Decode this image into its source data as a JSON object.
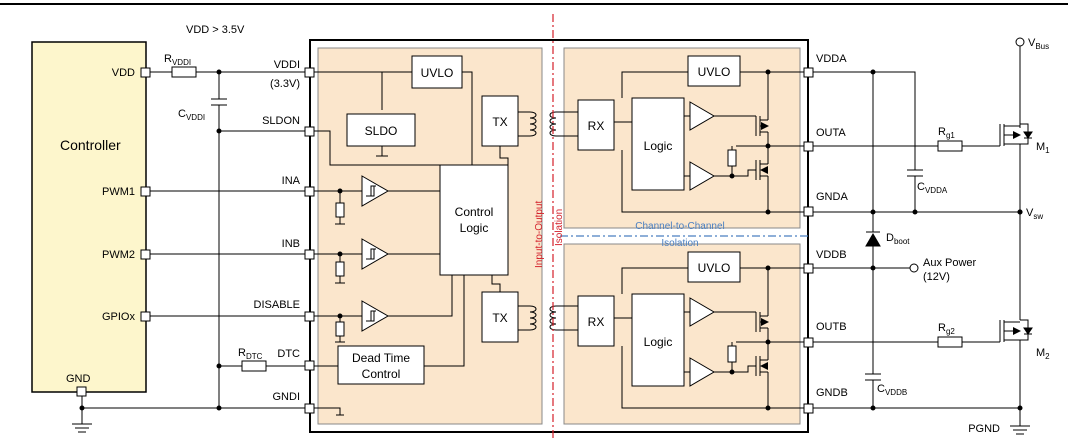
{
  "header": {
    "vdd_condition": "VDD > 3.5V"
  },
  "controller": {
    "title": "Controller",
    "pins": {
      "vdd": "VDD",
      "pwm1": "PWM1",
      "pwm2": "PWM2",
      "gpiox": "GPIOx",
      "gnd": "GND"
    }
  },
  "external": {
    "r_vddi_main": "R",
    "r_vddi_sub": "VDDI",
    "c_vddi_main": "C",
    "c_vddi_sub": "VDDI",
    "r_dtc_main": "R",
    "r_dtc_sub": "DTC",
    "r_g1_main": "R",
    "r_g1_sub": "g1",
    "r_g2_main": "R",
    "r_g2_sub": "g2",
    "c_vdda_main": "C",
    "c_vdda_sub": "VDDA",
    "c_vddb_main": "C",
    "c_vddb_sub": "VDDB",
    "d_boot_main": "D",
    "d_boot_sub": "boot",
    "v_bus_main": "V",
    "v_bus_sub": "Bus",
    "v_sw_main": "V",
    "v_sw_sub": "sw",
    "m1_main": "M",
    "m1_sub": "1",
    "m2_main": "M",
    "m2_sub": "2",
    "aux_power_line1": "Aux Power",
    "aux_power_line2": "(12V)",
    "pgnd": "PGND"
  },
  "driver_pins": {
    "vddi": "VDDI",
    "vddi_volt": "(3.3V)",
    "sldon": "SLDON",
    "ina": "INA",
    "inb": "INB",
    "disable": "DISABLE",
    "dtc": "DTC",
    "gndi": "GNDI",
    "vdda": "VDDA",
    "outa": "OUTA",
    "gnda": "GNDA",
    "vddb": "VDDB",
    "outb": "OUTB",
    "gndb": "GNDB"
  },
  "blocks": {
    "uvlo_input": "UVLO",
    "sldo": "SLDO",
    "control_logic_line1": "Control",
    "control_logic_line2": "Logic",
    "dead_time_line1": "Dead Time",
    "dead_time_line2": "Control",
    "tx_a": "TX",
    "tx_b": "TX",
    "rx_a": "RX",
    "rx_b": "RX",
    "uvlo_a": "UVLO",
    "uvlo_b": "UVLO",
    "logic_a": "Logic",
    "logic_b": "Logic"
  },
  "isolation": {
    "input_output_line1": "Input-to-Output",
    "input_output_line2": "Isolation",
    "channel_line1": "Channel-to-Channel",
    "channel_line2": "Isolation"
  },
  "colors": {
    "block_fill": "#fbe6cc",
    "controller_fill": "#fdf6cc",
    "isolation_red": "#d4202a",
    "isolation_blue": "#4a7fc1"
  }
}
